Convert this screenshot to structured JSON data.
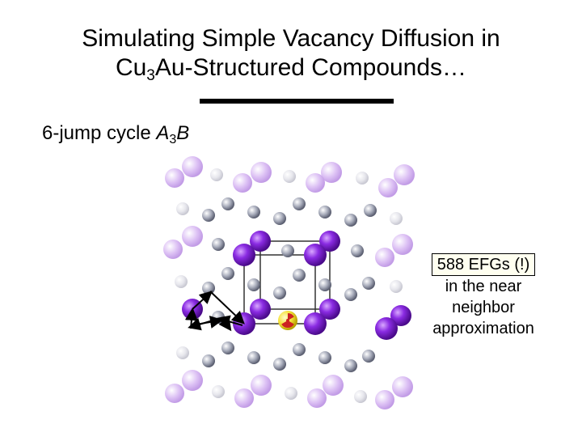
{
  "title": {
    "line1": "Simulating Simple Vacancy Diffusion in",
    "line2_pre": "Cu",
    "line2_sub": "3",
    "line2_post": "Au-Structured Compounds…"
  },
  "subtitle": {
    "text": "6-jump cycle ",
    "formula_a": "A",
    "formula_sub": "3",
    "formula_b": "B"
  },
  "note": {
    "boxed": "588 EFGs (!)",
    "line2": "in the near",
    "line3": "neighbor",
    "line4": "approximation"
  },
  "colors": {
    "majority_atom": "#7a1fd6",
    "minority_atom": "#9aa0b0",
    "faded_majority": "#d8b8f0",
    "faded_minority": "#e2e2e8",
    "probe_atom": "#f5e23a",
    "radiation_symbol": "#cc2222"
  },
  "icons": {
    "probe": "radioactive-icon"
  }
}
